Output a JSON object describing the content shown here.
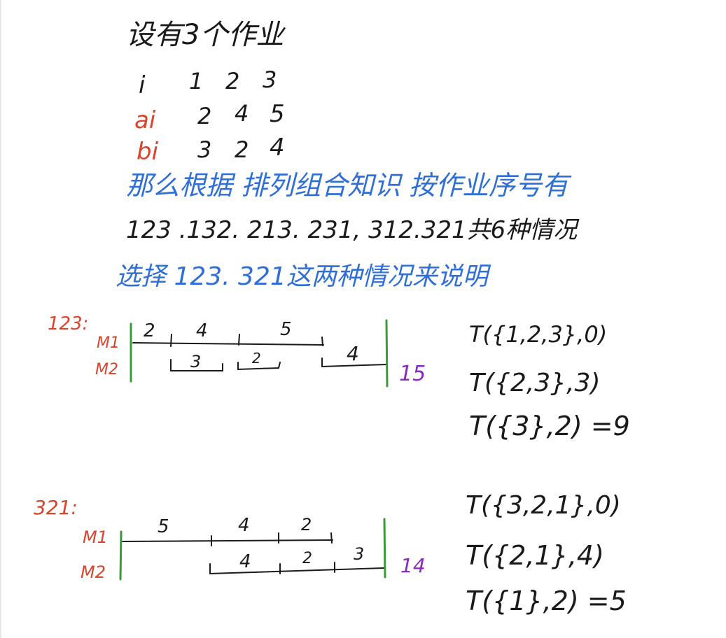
{
  "heading": "设有3个作业",
  "table": {
    "row_i": {
      "label": "i",
      "values": [
        "1",
        "2",
        "3"
      ]
    },
    "row_a": {
      "label": "ai",
      "values": [
        "2",
        "4",
        "5"
      ]
    },
    "row_b": {
      "label": "bi",
      "values": [
        "3",
        "2",
        "4"
      ]
    }
  },
  "note_blue": "那么根据 排列组合知识 按作业序号有",
  "orders_line": "123 .132. 213. 231, 312.321共6种情况",
  "choose_line": "选择 123. 321这两种情况来说明",
  "case1": {
    "label": "123:",
    "m1": "M1",
    "m2": "M2",
    "m1_segments": [
      "2",
      "4",
      "5"
    ],
    "m2_segments": [
      "3",
      "2",
      "4"
    ],
    "total": "15",
    "t_lines": [
      "T({1,2,3},0)",
      "T({2,3},3)",
      "T({3},2) =9"
    ]
  },
  "case2": {
    "label": "321:",
    "m1": "M1",
    "m2": "M2",
    "m1_segments": [
      "5",
      "4",
      "2"
    ],
    "m2_segments": [
      "4",
      "2",
      "3"
    ],
    "total": "14",
    "t_lines": [
      "T({3,2,1},0)",
      "T({2,1},4)",
      "T({1},2) =5"
    ]
  },
  "colors": {
    "ink": "#1a1a1a",
    "red": "#d9442b",
    "blue": "#2f6fd6",
    "green": "#3a9a3a",
    "purple": "#8a2bbf"
  }
}
